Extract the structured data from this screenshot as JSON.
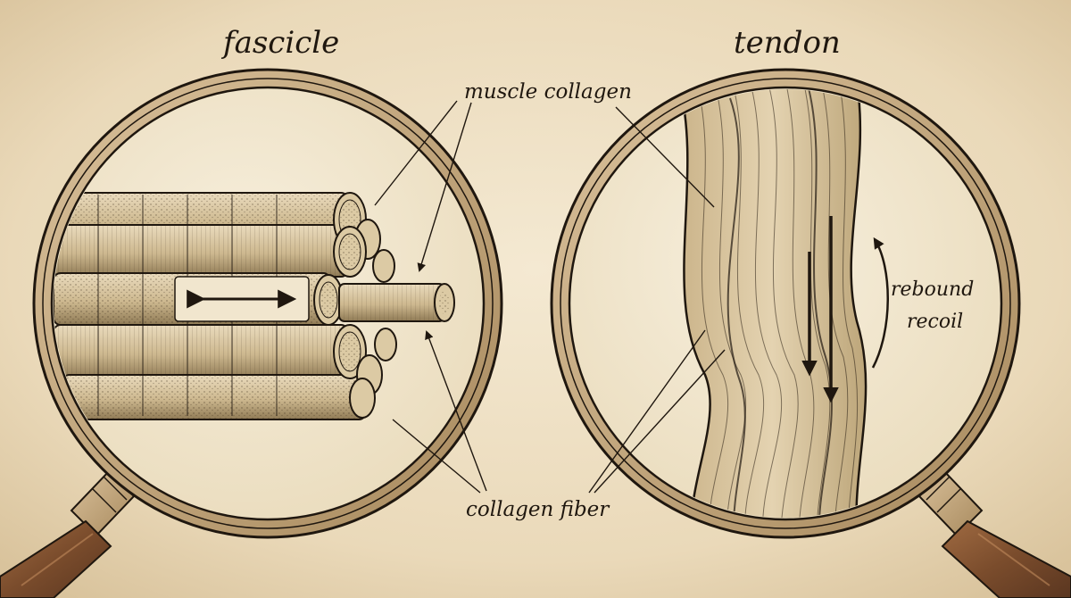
{
  "labels": {
    "left_title": "fascicle",
    "right_title": "tendon",
    "muscle_collagen": "muscle collagen",
    "collagen_fiber": "collagen fiber",
    "rebound": "rebound",
    "recoil": "recoil"
  },
  "colors": {
    "paper": "#efe2c6",
    "ink": "#1f170f",
    "wood": "#8a5a35",
    "brass": "#c9b089",
    "lens": "#f5ecd8"
  }
}
